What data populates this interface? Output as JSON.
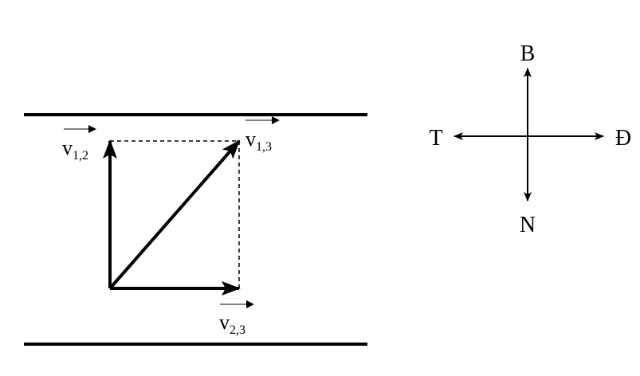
{
  "vectors": {
    "v12": {
      "letter": "v",
      "subscript": "1,2"
    },
    "v13": {
      "letter": "v",
      "subscript": "1,3"
    },
    "v23": {
      "letter": "v",
      "subscript": "2,3"
    }
  },
  "compass": {
    "north": "B",
    "south": "N",
    "west": "T",
    "east": "Đ"
  },
  "colors": {
    "stroke": "#000000",
    "background": "#ffffff"
  }
}
